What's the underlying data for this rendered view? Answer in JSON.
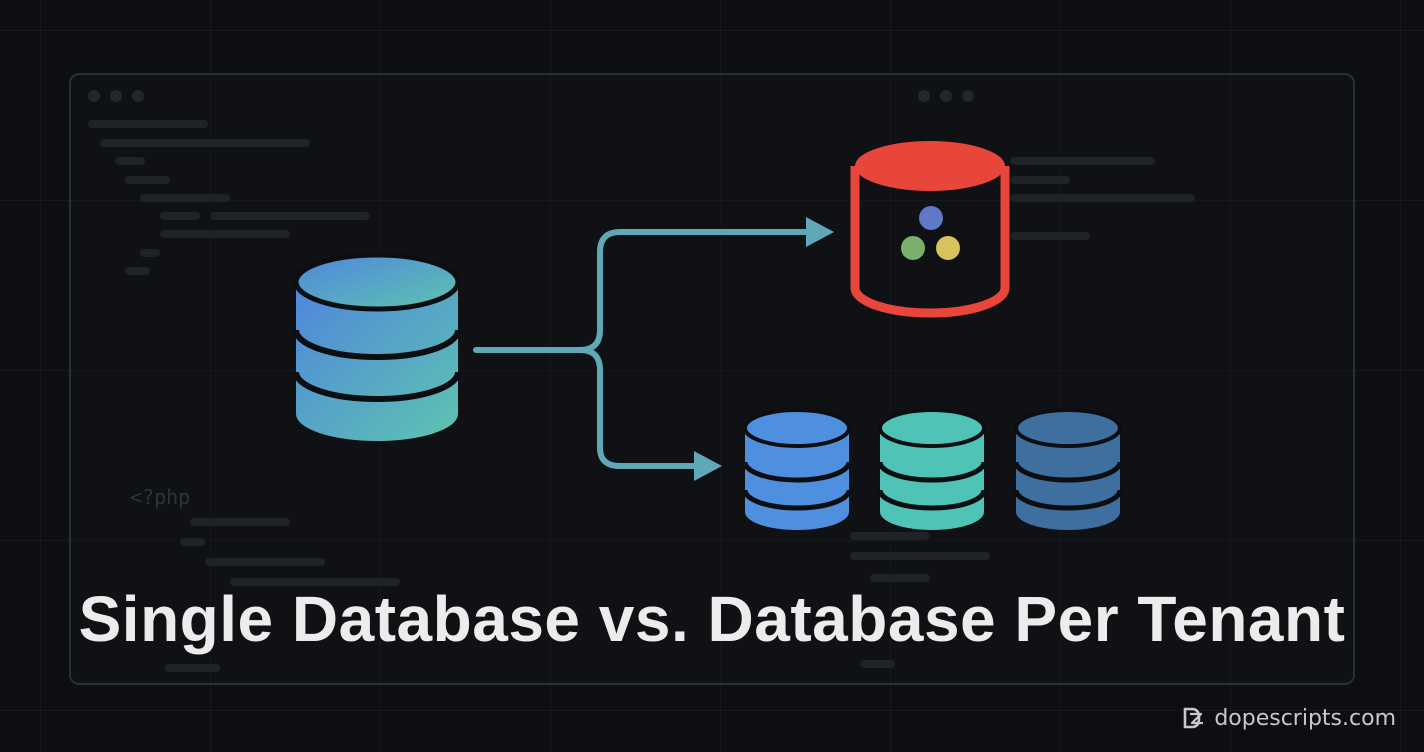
{
  "title": "Single Database vs. Database Per Tenant",
  "code_snippet": "<?php",
  "brand": {
    "name": "dopescripts.com",
    "icon": "ds-logo-icon"
  },
  "diagram": {
    "source": {
      "icon": "database-stack-icon",
      "color": "#5a9ee0"
    },
    "target_shared": {
      "icon": "shared-database-icon",
      "color": "#e8463a",
      "tenant_dot_colors": [
        "#5f78c8",
        "#7ab06a",
        "#d8c25a"
      ]
    },
    "target_separate": {
      "icon": "database-stack-icon",
      "colors": [
        "#4f8fe0",
        "#4fc4b6",
        "#3e6f9e"
      ]
    },
    "connector_color": "#5fa8b8"
  },
  "colors": {
    "background": "#0d0e12",
    "frame": "#2b2e35",
    "title": "#ececec"
  }
}
